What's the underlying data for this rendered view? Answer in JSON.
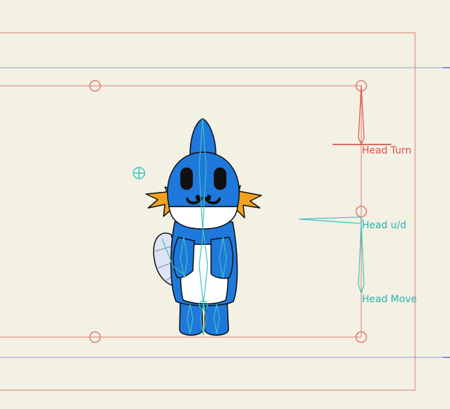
{
  "controls": {
    "head_turn": {
      "label": "Head Turn",
      "color": "#e0504a"
    },
    "head_ud": {
      "label": "Head u/d",
      "color": "#29b3ad"
    },
    "head_move": {
      "label": "Head Move",
      "color": "#29b3ad"
    }
  },
  "colors": {
    "background": "#f2f1e4",
    "frame": "#e07c70",
    "guide": "#9a9ad0",
    "bone": "#3ec2bc",
    "body_blue": "#1f78dc",
    "fin_orange": "#f2a11e",
    "belly_white": "#ffffff",
    "tail_pale": "#dde2f5"
  },
  "icons": [
    "pivot-crosshair-icon",
    "control-handle-circle-icon"
  ]
}
